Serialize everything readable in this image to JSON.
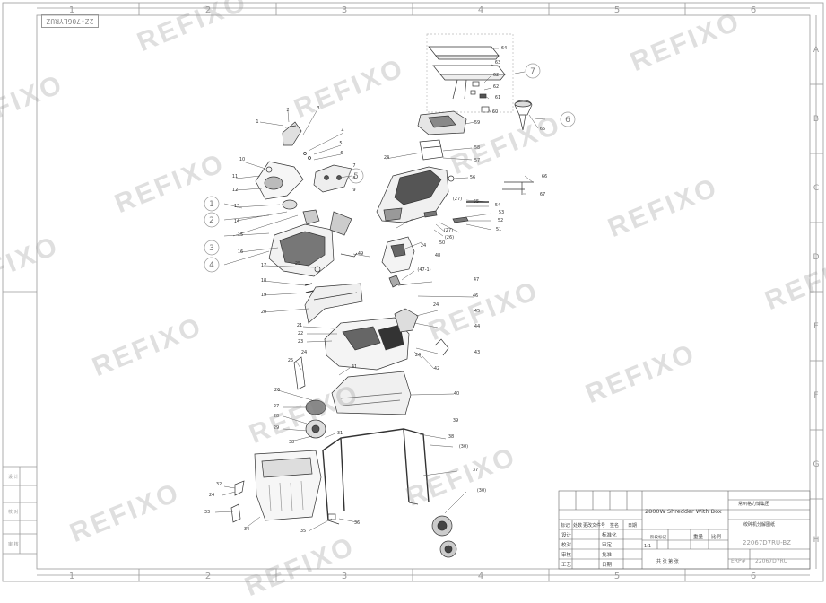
{
  "reference_code_top": "2Z-706LYRUZ",
  "column_numbers": [
    "1",
    "2",
    "3",
    "4",
    "5",
    "6"
  ],
  "row_letters": [
    "A",
    "B",
    "C",
    "D",
    "E",
    "F",
    "G",
    "H"
  ],
  "watermark_text": "REFIXO",
  "callouts": {
    "c1": "1",
    "c2": "2",
    "c3": "3",
    "c4": "4",
    "c5": "5",
    "c6": "6",
    "c7": "7",
    "c8": "8",
    "c9": "9",
    "c10": "10",
    "c11": "11",
    "c12": "12",
    "c13": "13",
    "c14": "14",
    "c15": "15",
    "c16": "16",
    "c17": "17",
    "c18": "18",
    "c19": "19",
    "c20": "20",
    "c21": "21",
    "c22": "22",
    "c23": "23",
    "c24": "24",
    "c25": "25",
    "c26": "26",
    "c27": "27",
    "c28": "28",
    "c29": "29",
    "c30": "(30)",
    "c31": "31",
    "c32": "32",
    "c33": "33",
    "c34": "34",
    "c35": "35",
    "c36": "36",
    "c37": "37",
    "c38": "38",
    "c39": "39",
    "c40": "40",
    "c41": "41",
    "c42": "42",
    "c43": "43",
    "c44": "44",
    "c45": "45",
    "c46": "46",
    "c47": "47",
    "c47b": "(47-1)",
    "c48": "48",
    "c49": "49",
    "c50": "50",
    "c51": "51",
    "c52": "52",
    "c53": "53",
    "c54": "54",
    "c55": "55",
    "c56": "56",
    "c57": "57",
    "c58": "58",
    "c59": "59",
    "c60": "60",
    "c61": "61",
    "c62": "62",
    "c63": "63",
    "c64": "64",
    "c65": "65",
    "c66": "66",
    "c67": "67",
    "c26b": "(26)",
    "c27b": "(27)"
  },
  "circled_numbers": [
    "1",
    "2",
    "3",
    "4",
    "5",
    "6",
    "7"
  ],
  "left_box_labels": [
    "设 计",
    "校 对",
    "审 核"
  ],
  "title_block": {
    "product_name": "2800W Shredder With Box",
    "company": "常州格力博集团",
    "drawing_name": "绞碎机分解图纸",
    "drawing_number": "22067D7RU-BZ",
    "drawing_number_2": "22067D7RU",
    "label_erp": "ERP#",
    "header_row": [
      "标记",
      "处数",
      "更改文件号",
      "签名",
      "日期"
    ],
    "rows": [
      {
        "left": "设计",
        "right": "标准化"
      },
      {
        "left": "校对",
        "right": "审定"
      },
      {
        "left": "审核",
        "right": "批准"
      },
      {
        "left": "工艺",
        "right": "日期"
      }
    ],
    "label_stage": "阶段标记",
    "label_weight": "重量",
    "label_scale": "比例",
    "scale_value": "1:1",
    "label_sheet": "共 张  第 张"
  }
}
